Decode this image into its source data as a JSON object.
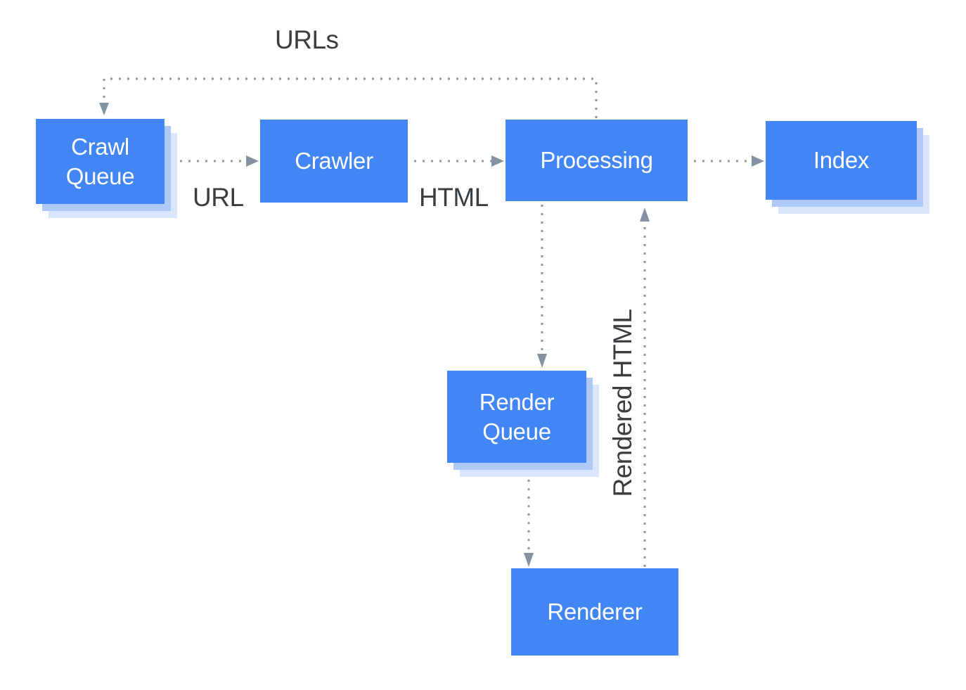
{
  "diagram": {
    "nodes": [
      {
        "id": "crawl-queue",
        "label": "Crawl\nQueue"
      },
      {
        "id": "crawler",
        "label": "Crawler"
      },
      {
        "id": "processing",
        "label": "Processing"
      },
      {
        "id": "index",
        "label": "Index"
      },
      {
        "id": "render-queue",
        "label": "Render\nQueue"
      },
      {
        "id": "renderer",
        "label": "Renderer"
      }
    ],
    "edge_labels": [
      {
        "id": "urls",
        "text": "URLs"
      },
      {
        "id": "url",
        "text": "URL"
      },
      {
        "id": "html",
        "text": "HTML"
      },
      {
        "id": "rendered-html",
        "text": "Rendered HTML"
      }
    ],
    "edges": [
      {
        "from": "processing",
        "to": "crawl-queue",
        "label": "URLs",
        "style": "dotted"
      },
      {
        "from": "crawl-queue",
        "to": "crawler",
        "label": "URL",
        "style": "dotted"
      },
      {
        "from": "crawler",
        "to": "processing",
        "label": "HTML",
        "style": "dotted"
      },
      {
        "from": "processing",
        "to": "index",
        "label": "",
        "style": "dotted"
      },
      {
        "from": "processing",
        "to": "render-queue",
        "label": "",
        "style": "dotted"
      },
      {
        "from": "render-queue",
        "to": "renderer",
        "label": "",
        "style": "dotted"
      },
      {
        "from": "renderer",
        "to": "processing",
        "label": "Rendered HTML",
        "style": "dotted"
      }
    ],
    "colors": {
      "node_fill": "#4285f4",
      "node_text": "#ffffff",
      "shadow_inner": "#aec9f7",
      "shadow_outer": "#d9e6fc",
      "connector": "#8d99a3",
      "arrowhead": "#8493a1",
      "label_text": "#3a3d40"
    }
  }
}
